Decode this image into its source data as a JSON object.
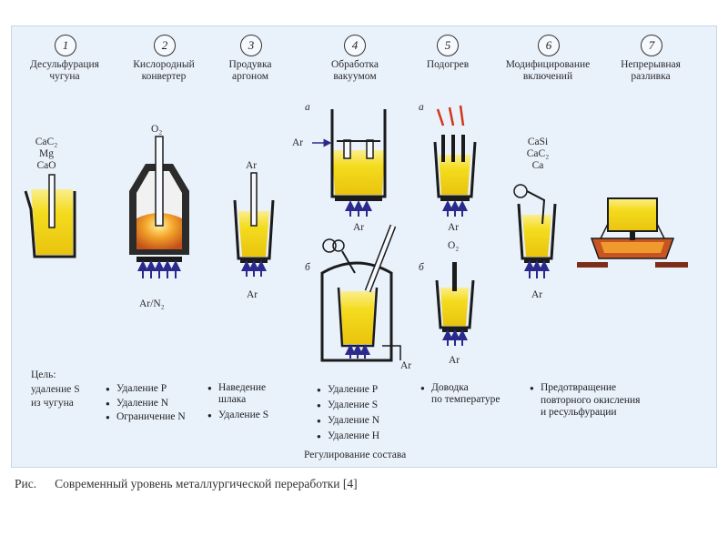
{
  "steps": [
    {
      "num": "1",
      "title": "Десульфурация\nчугуна"
    },
    {
      "num": "2",
      "title": "Кислородный\nконвертер"
    },
    {
      "num": "3",
      "title": "Продувка\nаргоном"
    },
    {
      "num": "4",
      "title": "Обработка\nвакуумом"
    },
    {
      "num": "5",
      "title": "Подогрев"
    },
    {
      "num": "6",
      "title": "Модифицирование\nвключений"
    },
    {
      "num": "7",
      "title": "Непрерывная\nразливка"
    }
  ],
  "labels": {
    "s1_reagents": "CaC₂\nMg\nCaO",
    "s2_oxygen": "O₂",
    "s2_gas": "Ar/N₂",
    "s3_ar_top": "Ar",
    "s3_ar_bottom": "Ar",
    "s4_variant_a": "а",
    "s4_ar_side": "Ar",
    "s4_ar_bottom": "Ar",
    "s4_variant_b": "б",
    "s4b_ar": "Ar",
    "s5_variant_a": "а",
    "s5_ar_a": "Ar",
    "s5_variant_b": "б",
    "s5_oxygen": "O₂",
    "s5_ar_b": "Ar",
    "s6_reagents": "CaSi\nCaC₂\nCa",
    "s6_ar": "Ar"
  },
  "goals": {
    "heading": "Цель:",
    "col1": "удаление S\nиз чугуна",
    "col2": [
      "Удаление P",
      "Удаление N",
      "Ограничение N"
    ],
    "col3": [
      "Наведение\nшлака",
      "Удаление S"
    ],
    "col4": [
      "Удаление P",
      "Удаление S",
      "Удаление N",
      "Удаление H"
    ],
    "col5": [
      "Доводка\nпо температуре"
    ],
    "col6": [
      "Предотвращение\nповторного окисления\nи ресульфурации"
    ],
    "composition": "Регулирование состава"
  },
  "caption": {
    "prefix": "Рис.",
    "text": "Современный уровень металлургической переработки [4]"
  },
  "colors": {
    "panel": "#e9f1fb",
    "metal": "#f4dc1e",
    "metal_light": "#fbee8e",
    "hot": "#e8741c",
    "vessel": "#1b1b1b",
    "arrow": "#2b2a8c"
  }
}
